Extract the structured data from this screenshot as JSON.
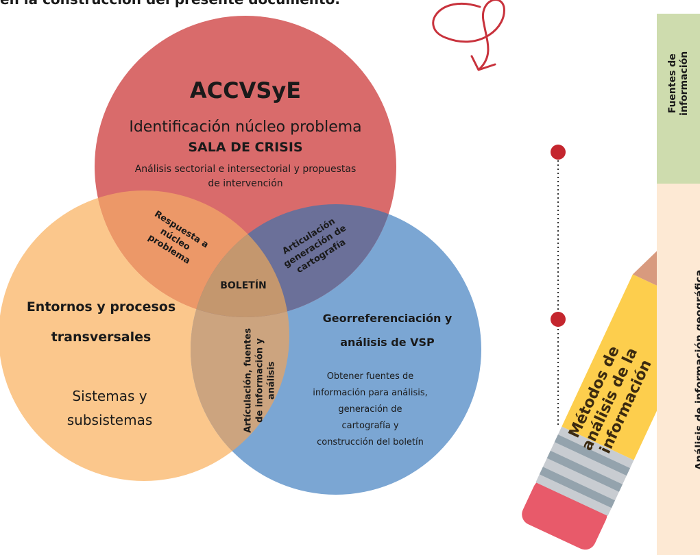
{
  "top_caption": "en la construcción del presente documento.",
  "venn": {
    "top": {
      "title": "ACCVSyE",
      "line1": "Identificación núcleo problema",
      "line2": "SALA DE CRISIS",
      "line3a": "Análisis sectorial e intersectorial y propuestas",
      "line3b": "de intervención",
      "color": "#d96b6b"
    },
    "left": {
      "title_a": "Entornos y procesos",
      "title_b": "transversales",
      "body_a": "Sistemas y",
      "body_b": "subsistemas",
      "color": "#fbc78c"
    },
    "right": {
      "title_a": "Georreferenciación y",
      "title_b": "análisis de VSP",
      "body_a": "Obtener fuentes de",
      "body_b": "información para análisis,",
      "body_c": "generación de",
      "body_d": "cartografía y",
      "body_e": "construcción del boletín",
      "color": "#7ba6d3"
    },
    "overlap_top_left": {
      "a": "Respuesta a",
      "b": "núcleo",
      "c": "problema"
    },
    "overlap_top_right": {
      "a": "Articulación",
      "b": "generación de",
      "c": "cartografía"
    },
    "overlap_left_right": {
      "a": "Artículación, fuentes",
      "b": "de información y",
      "c": "análisis"
    },
    "center": "BOLETÍN"
  },
  "pencil": {
    "line1": "Métodos de",
    "line2": "análisis de la",
    "line3": "información"
  },
  "side_boxes": {
    "top": {
      "line1": "Fuentes de",
      "line2": "información",
      "color": "#cedcae"
    },
    "bottom": {
      "label": "Análisis de información geográfica.",
      "color": "#fde9d4"
    }
  }
}
